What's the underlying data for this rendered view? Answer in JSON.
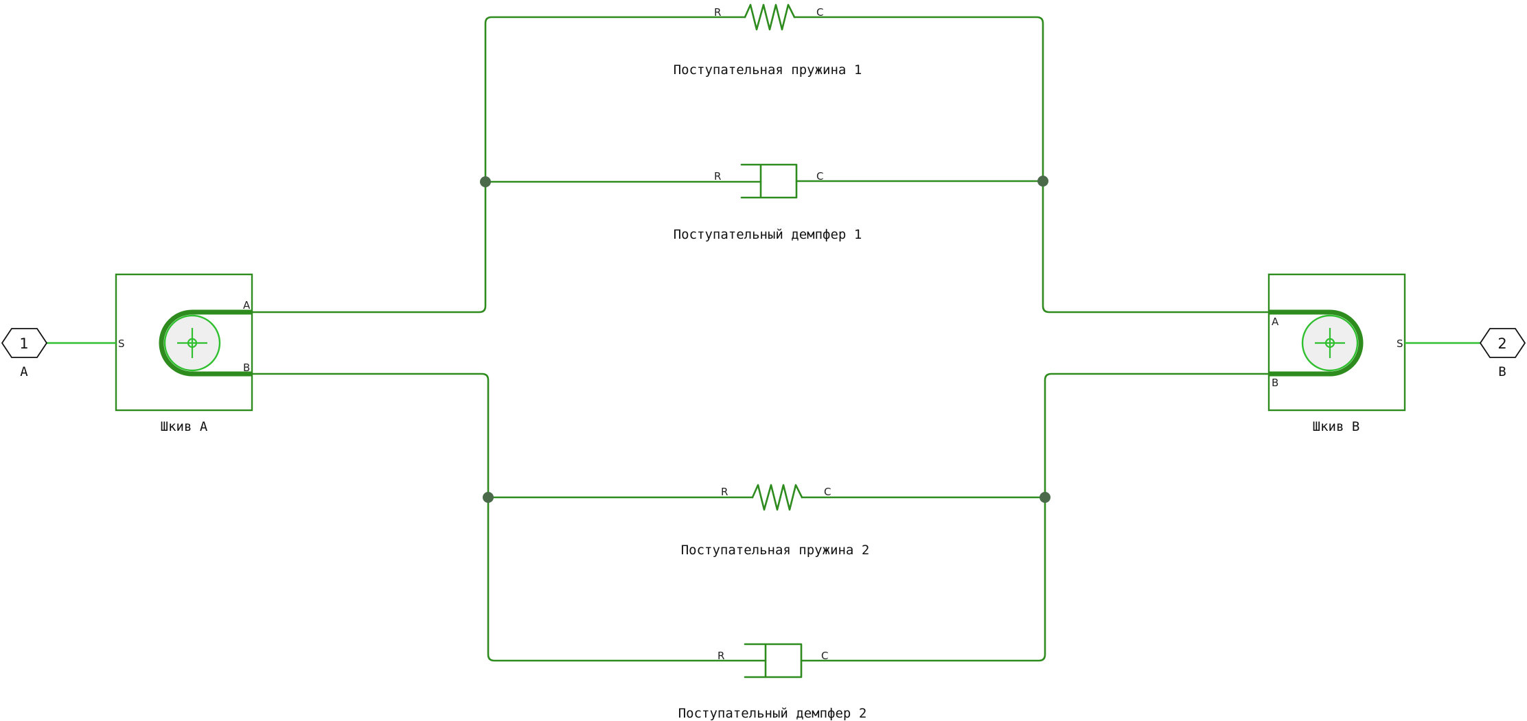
{
  "blocks": {
    "spring1": {
      "label": "Поступательная пружина 1",
      "port_r": "R",
      "port_c": "C"
    },
    "damper1": {
      "label": "Поступательный демпфер 1",
      "port_r": "R",
      "port_c": "C"
    },
    "spring2": {
      "label": "Поступательная пружина 2",
      "port_r": "R",
      "port_c": "C"
    },
    "damper2": {
      "label": "Поступательный демпфер 2",
      "port_r": "R",
      "port_c": "C"
    },
    "pulley_a": {
      "label": "Шкив A",
      "port_a": "A",
      "port_b": "B",
      "port_s": "S"
    },
    "pulley_b": {
      "label": "Шкив B",
      "port_a": "A",
      "port_b": "B",
      "port_s": "S"
    }
  },
  "ports": {
    "in1": {
      "number": "1",
      "label": "A"
    },
    "in2": {
      "number": "2",
      "label": "B"
    }
  },
  "colors": {
    "wire": "#2e8b1e",
    "signal": "#2fbf2f",
    "junction": "#4a6a4a"
  }
}
